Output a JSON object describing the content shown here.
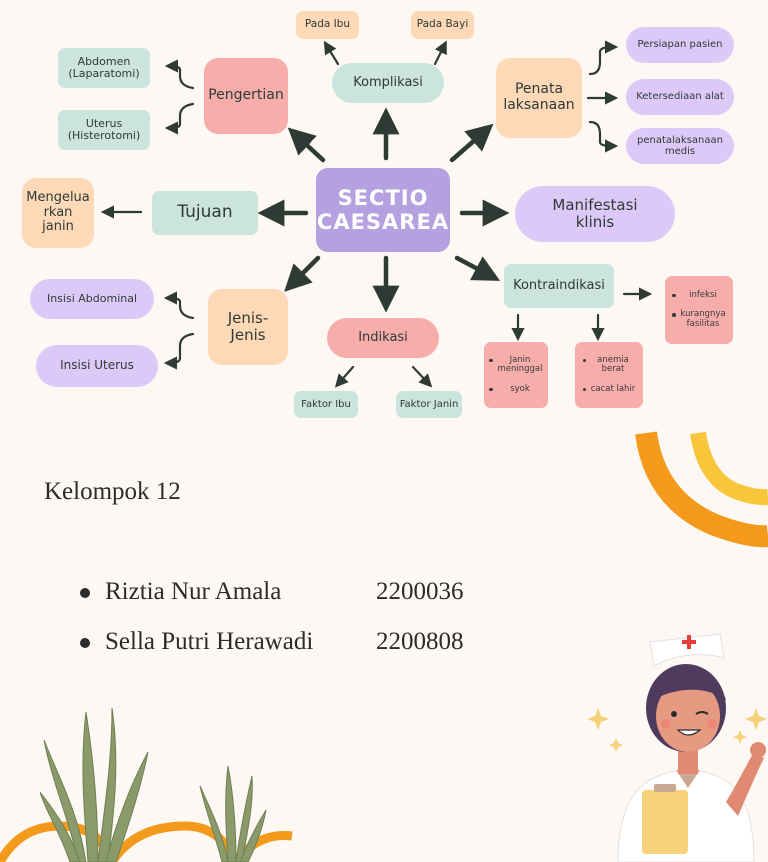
{
  "mindmap": {
    "center": "SECTIO\nCAESAREA",
    "pengertian": {
      "label": "Pengertian",
      "items": [
        "Abdomen\n(Laparatomi)",
        "Uterus\n(Histerotomi)"
      ]
    },
    "komplikasi": {
      "label": "Komplikasi",
      "items": [
        "Pada Ibu",
        "Pada Bayi"
      ]
    },
    "penatalaksanaan": {
      "label": "Penata\nlaksanaan",
      "items": [
        "Persiapan pasien",
        "Ketersediaan alat",
        "penatalaksanaan\nmedis"
      ]
    },
    "tujuan": {
      "label": "Tujuan",
      "item": "Mengelua\nrkan\njanin"
    },
    "manifestasi": {
      "label": "Manifestasi\nklinis"
    },
    "jenis": {
      "label": "Jenis-\nJenis",
      "items": [
        "Insisi Abdominal",
        "Insisi Uterus"
      ]
    },
    "indikasi": {
      "label": "Indikasi",
      "items": [
        "Faktor Ibu",
        "Faktor Janin"
      ]
    },
    "kontraindikasi": {
      "label": "Kontraindikasi",
      "box_right": [
        "infeksi",
        "kurangnya\nfasilitas"
      ],
      "box_left": [
        "Janin\nmeninggal",
        "syok"
      ],
      "box_mid": [
        "anemia\nberat",
        "cacat lahir"
      ]
    }
  },
  "group": {
    "heading": "Kelompok 12",
    "members": [
      {
        "name": "Riztia Nur Amala",
        "id": "2200036"
      },
      {
        "name": "Sella Putri Herawadi",
        "id": "2200808"
      }
    ]
  },
  "colors": {
    "background": "#fdf8f4",
    "center": "#b5a1e0",
    "teal": "#cce4de",
    "peach": "#fdd9b8",
    "pink": "#f7aeaa",
    "lilac": "#dcc9f8",
    "arrow": "#2e3b35",
    "swoosh_orange": "#f39a1c",
    "swoosh_yellow": "#f8c63a"
  },
  "icons": [
    "arrow-icon",
    "curly-bracket-icon",
    "plant-icon",
    "nurse-icon",
    "sparkle-icon",
    "swoosh-icon"
  ]
}
